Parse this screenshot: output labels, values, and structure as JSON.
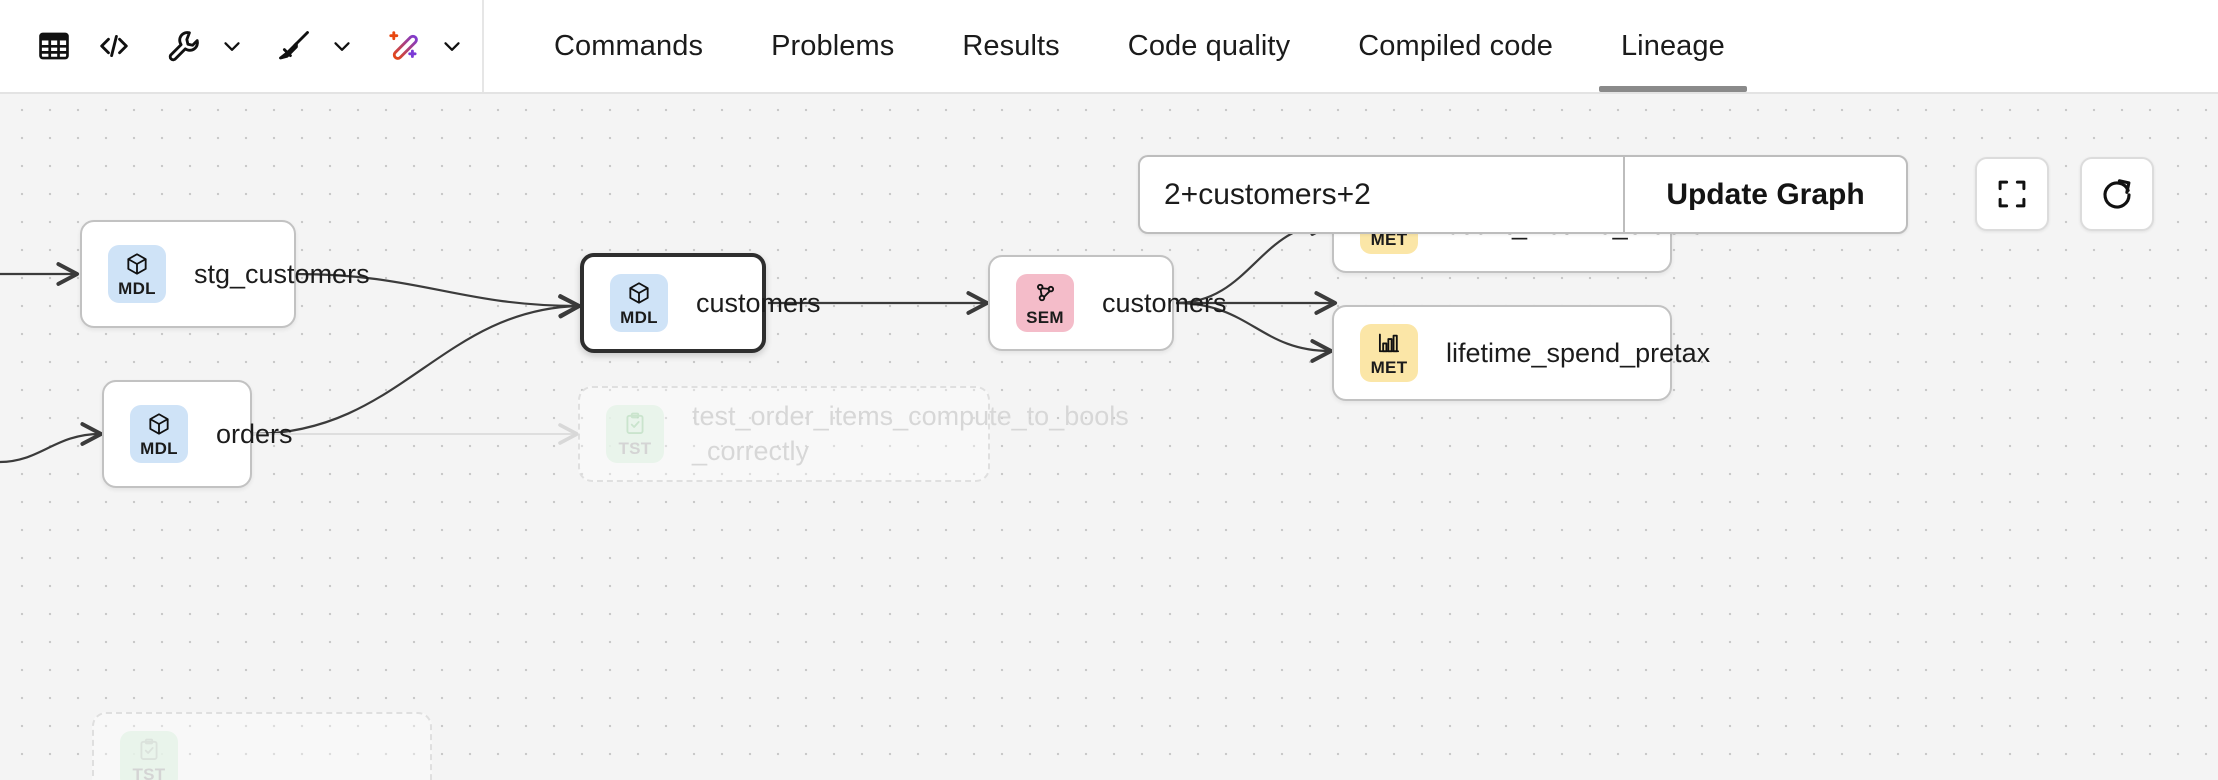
{
  "toolbar": {
    "buttons": [
      {
        "name": "table-view-icon",
        "icon": "table-icon"
      },
      {
        "name": "code-view-icon",
        "icon": "code-icon"
      }
    ],
    "menus": [
      {
        "name": "tools-menu",
        "icon": "wrench-icon",
        "chevron": "chevron-down-icon"
      },
      {
        "name": "format-menu",
        "icon": "broom-icon",
        "chevron": "chevron-down-icon"
      },
      {
        "name": "ai-assist-menu",
        "icon": "magic-wand-icon",
        "chevron": "chevron-down-icon"
      }
    ]
  },
  "tabs": [
    {
      "label": "Commands",
      "active": false
    },
    {
      "label": "Problems",
      "active": false
    },
    {
      "label": "Results",
      "active": false
    },
    {
      "label": "Code quality",
      "active": false
    },
    {
      "label": "Compiled code",
      "active": false
    },
    {
      "label": "Lineage",
      "active": true
    }
  ],
  "lineage": {
    "search": {
      "value": "2+customers+2",
      "placeholder": ""
    },
    "update_button": "Update Graph",
    "controls": [
      {
        "name": "fit-view-button",
        "icon": "fullscreen-icon"
      },
      {
        "name": "refresh-button",
        "icon": "refresh-icon"
      }
    ],
    "nodes": [
      {
        "id": "stg_customers",
        "label": "stg_customers",
        "type": "MDL",
        "icon": "cube-icon",
        "state": "normal"
      },
      {
        "id": "orders",
        "label": "orders",
        "type": "MDL",
        "icon": "cube-icon",
        "state": "normal"
      },
      {
        "id": "customers_mdl",
        "label": "customers",
        "type": "MDL",
        "icon": "cube-icon",
        "state": "selected"
      },
      {
        "id": "customers_sem",
        "label": "customers",
        "type": "SEM",
        "icon": "graph-icon",
        "state": "normal"
      },
      {
        "id": "count_lifetime_orders",
        "label": "count_lifetime_orders",
        "type": "MET",
        "icon": "bar-chart-icon",
        "state": "normal"
      },
      {
        "id": "lifetime_spend_pretax",
        "label": "lifetime_spend_pretax",
        "type": "MET",
        "icon": "bar-chart-icon",
        "state": "normal"
      },
      {
        "id": "test_order_items",
        "label": "test_order_items_compute_to_bools\n_correctly",
        "type": "TST",
        "icon": "clipboard-check-icon",
        "state": "faded"
      },
      {
        "id": "partial_test_bottom",
        "label": "",
        "type": "TST",
        "icon": "clipboard-check-icon",
        "state": "faded"
      }
    ],
    "badge_colors": {
      "MDL": "#cfe3f7",
      "SEM": "#f4bcc9",
      "MET": "#fbe6a7",
      "TST": "#e1f3e3"
    },
    "accent": {
      "active_tab_underline": "#8a8a8a",
      "canvas_bg": "#f4f4f4",
      "edge": "#3b3b3b"
    }
  }
}
